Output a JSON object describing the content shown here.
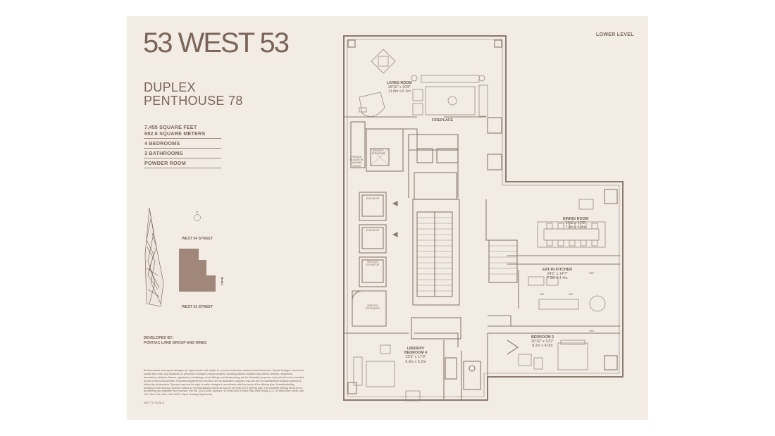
{
  "brand": "53 WEST 53",
  "level": "LOWER LEVEL",
  "unit": {
    "line1": "DUPLEX",
    "line2": "PENTHOUSE 78"
  },
  "specs": [
    {
      "line1": "7,455 SQUARE FEET",
      "line2": "692.6 SQUARE METERS"
    },
    {
      "line1": "4 BEDROOMS"
    },
    {
      "line1": "3 BATHROOMS"
    },
    {
      "line1": "POWDER ROOM"
    }
  ],
  "keymap": {
    "north": "N",
    "street_top": "WEST 54 STREET",
    "street_bottom": "WEST 53 STREET",
    "moma": "MoMA"
  },
  "developer": {
    "line1": "DEVELOPED BY:",
    "line2": "PONTIAC LAND GROUP AND HINES"
  },
  "disclaimer": "All dimensions and square footages are approximate and subject to normal construction variances and tolerances. Square footages exceed the usable floor area. Any depictions of personal or sample furniture property, including without limitation any interior furniture, equipment, decorations, finishes, fixtures, appliances, furnishings, closet fittings, and landscaping, are for illustrative purposes only and will not be included as part of the Unit purchase. Reported adjustments of furniture are for illustrative purposes only and are not standardized building systems or offered by all elements. Sponsor reserves the right to make changes in accordance with the terms of the offering plan. Notwithstanding anything to the contrary, Sponsor makes no representations except as may be set forth in the offering plan. The complete offering terms are in an offering plan available from Sponsor. File No. CD14-0035. Sponsor: 53 West 53rd St West Fifty-Third Realty, LLC, 30 West 53rd Street, Unit 14C, New York, New York 10019. Equal Housing Opportunity.",
  "not_to_scale": "NOT TO SCALE",
  "rooms": {
    "living": {
      "name": "LIVING ROOM",
      "dim1": "38'10\" x 20'8\"",
      "dim2": "11.8m x 6.3m"
    },
    "fireplace": {
      "name": "FIREPLACE"
    },
    "dining": {
      "name": "DINING ROOM",
      "dim1": "24'1\" x 17'7\"",
      "dim2": "7.3m x 5.4m"
    },
    "kitchen": {
      "name": "EAT-IN KITCHEN",
      "dim1": "24'1\" x 14'7\"",
      "dim2": "7.3m x 4.4m"
    },
    "bedroom3": {
      "name": "BEDROOM 3",
      "dim1": "26'10\" x 13'2\"",
      "dim2": "8.2m x 4.0m"
    },
    "library": {
      "name": "LIBRARY/",
      "name2": "BEDROOM 4",
      "dim1": "22'3\" x 17'0\"",
      "dim2": "6.8m x 5.2m"
    }
  },
  "tiny": {
    "private_elevator": "PRIVATE ELEVATOR",
    "private_landing": "PRIVATE ELEVATOR LANDING ROOM",
    "elevator1": "ELEVATOR",
    "elevator2": "ELEVATOR",
    "service_elevator": "SERVICE ELEVATOR",
    "service_entrance": "SERVICE ENTRANCE",
    "dw1": "DW",
    "dw2": "DW",
    "ref": "REF",
    "wc": "W/C"
  }
}
